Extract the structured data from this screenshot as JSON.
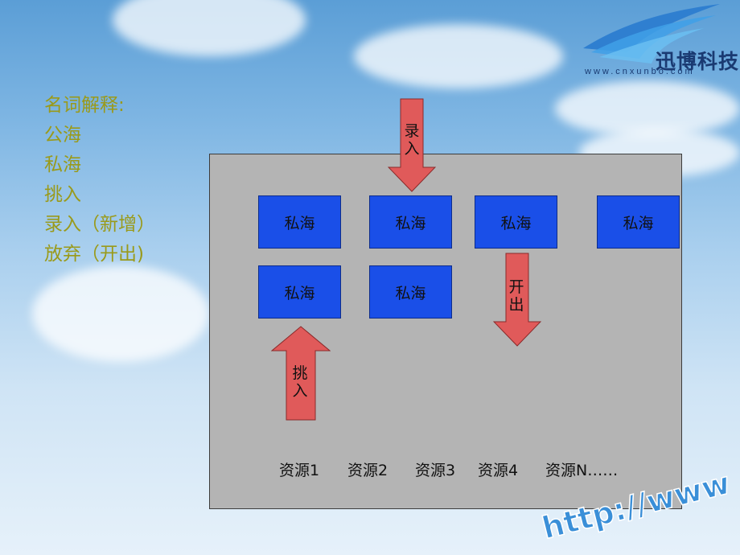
{
  "logo": {
    "name": "迅博科技",
    "url": "www.cnxunbo.com"
  },
  "glossary": {
    "title": "名词解释:",
    "items": [
      "公海",
      "私海",
      "挑入",
      "录入（新增）",
      "放弃（开出)"
    ]
  },
  "boxes": [
    "私海",
    "私海",
    "私海",
    "私海",
    "私海",
    "私海"
  ],
  "arrows": {
    "enter_label": "录入",
    "release_label": "开出",
    "pick_label": "挑入"
  },
  "resources": [
    "资源1",
    "资源2",
    "资源3",
    "资源4",
    "资源N……"
  ],
  "decoration": {
    "http_text": "http://www"
  },
  "colors": {
    "box_fill": "#1a4fe8",
    "arrow_fill": "#e05a5a",
    "panel_fill": "#b4b4b4",
    "glossary_text": "#9a9a1a"
  }
}
